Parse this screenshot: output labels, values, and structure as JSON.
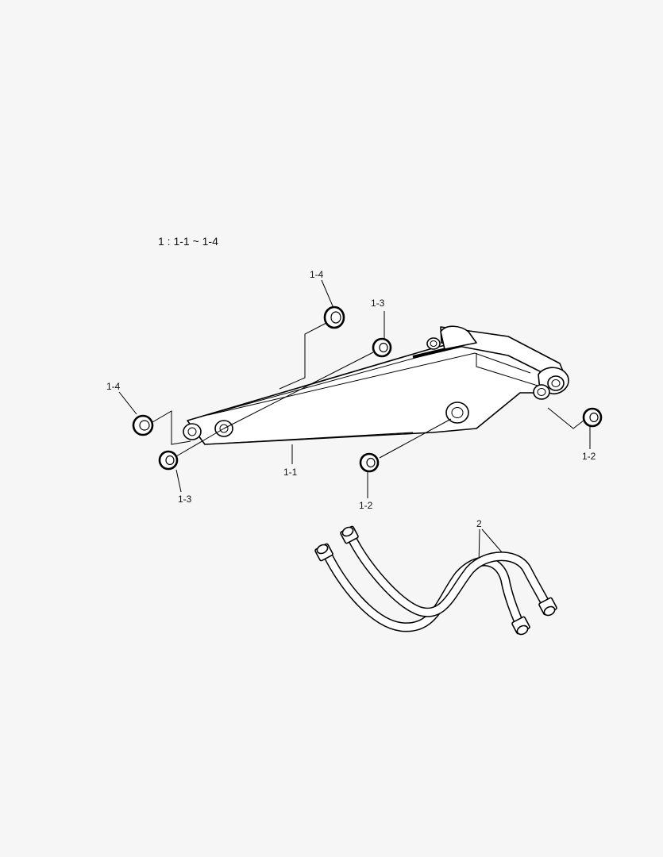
{
  "title": "1 : 1-1 ~ 1-4",
  "callouts": {
    "arm": "1-1",
    "bush_right_top": "1-2",
    "bush_right_bottom": "1-2",
    "bush_left_bottom": "1-3",
    "bush_upper": "1-3",
    "bush_top": "1-4",
    "bush_left": "1-4",
    "hoses": "2"
  }
}
